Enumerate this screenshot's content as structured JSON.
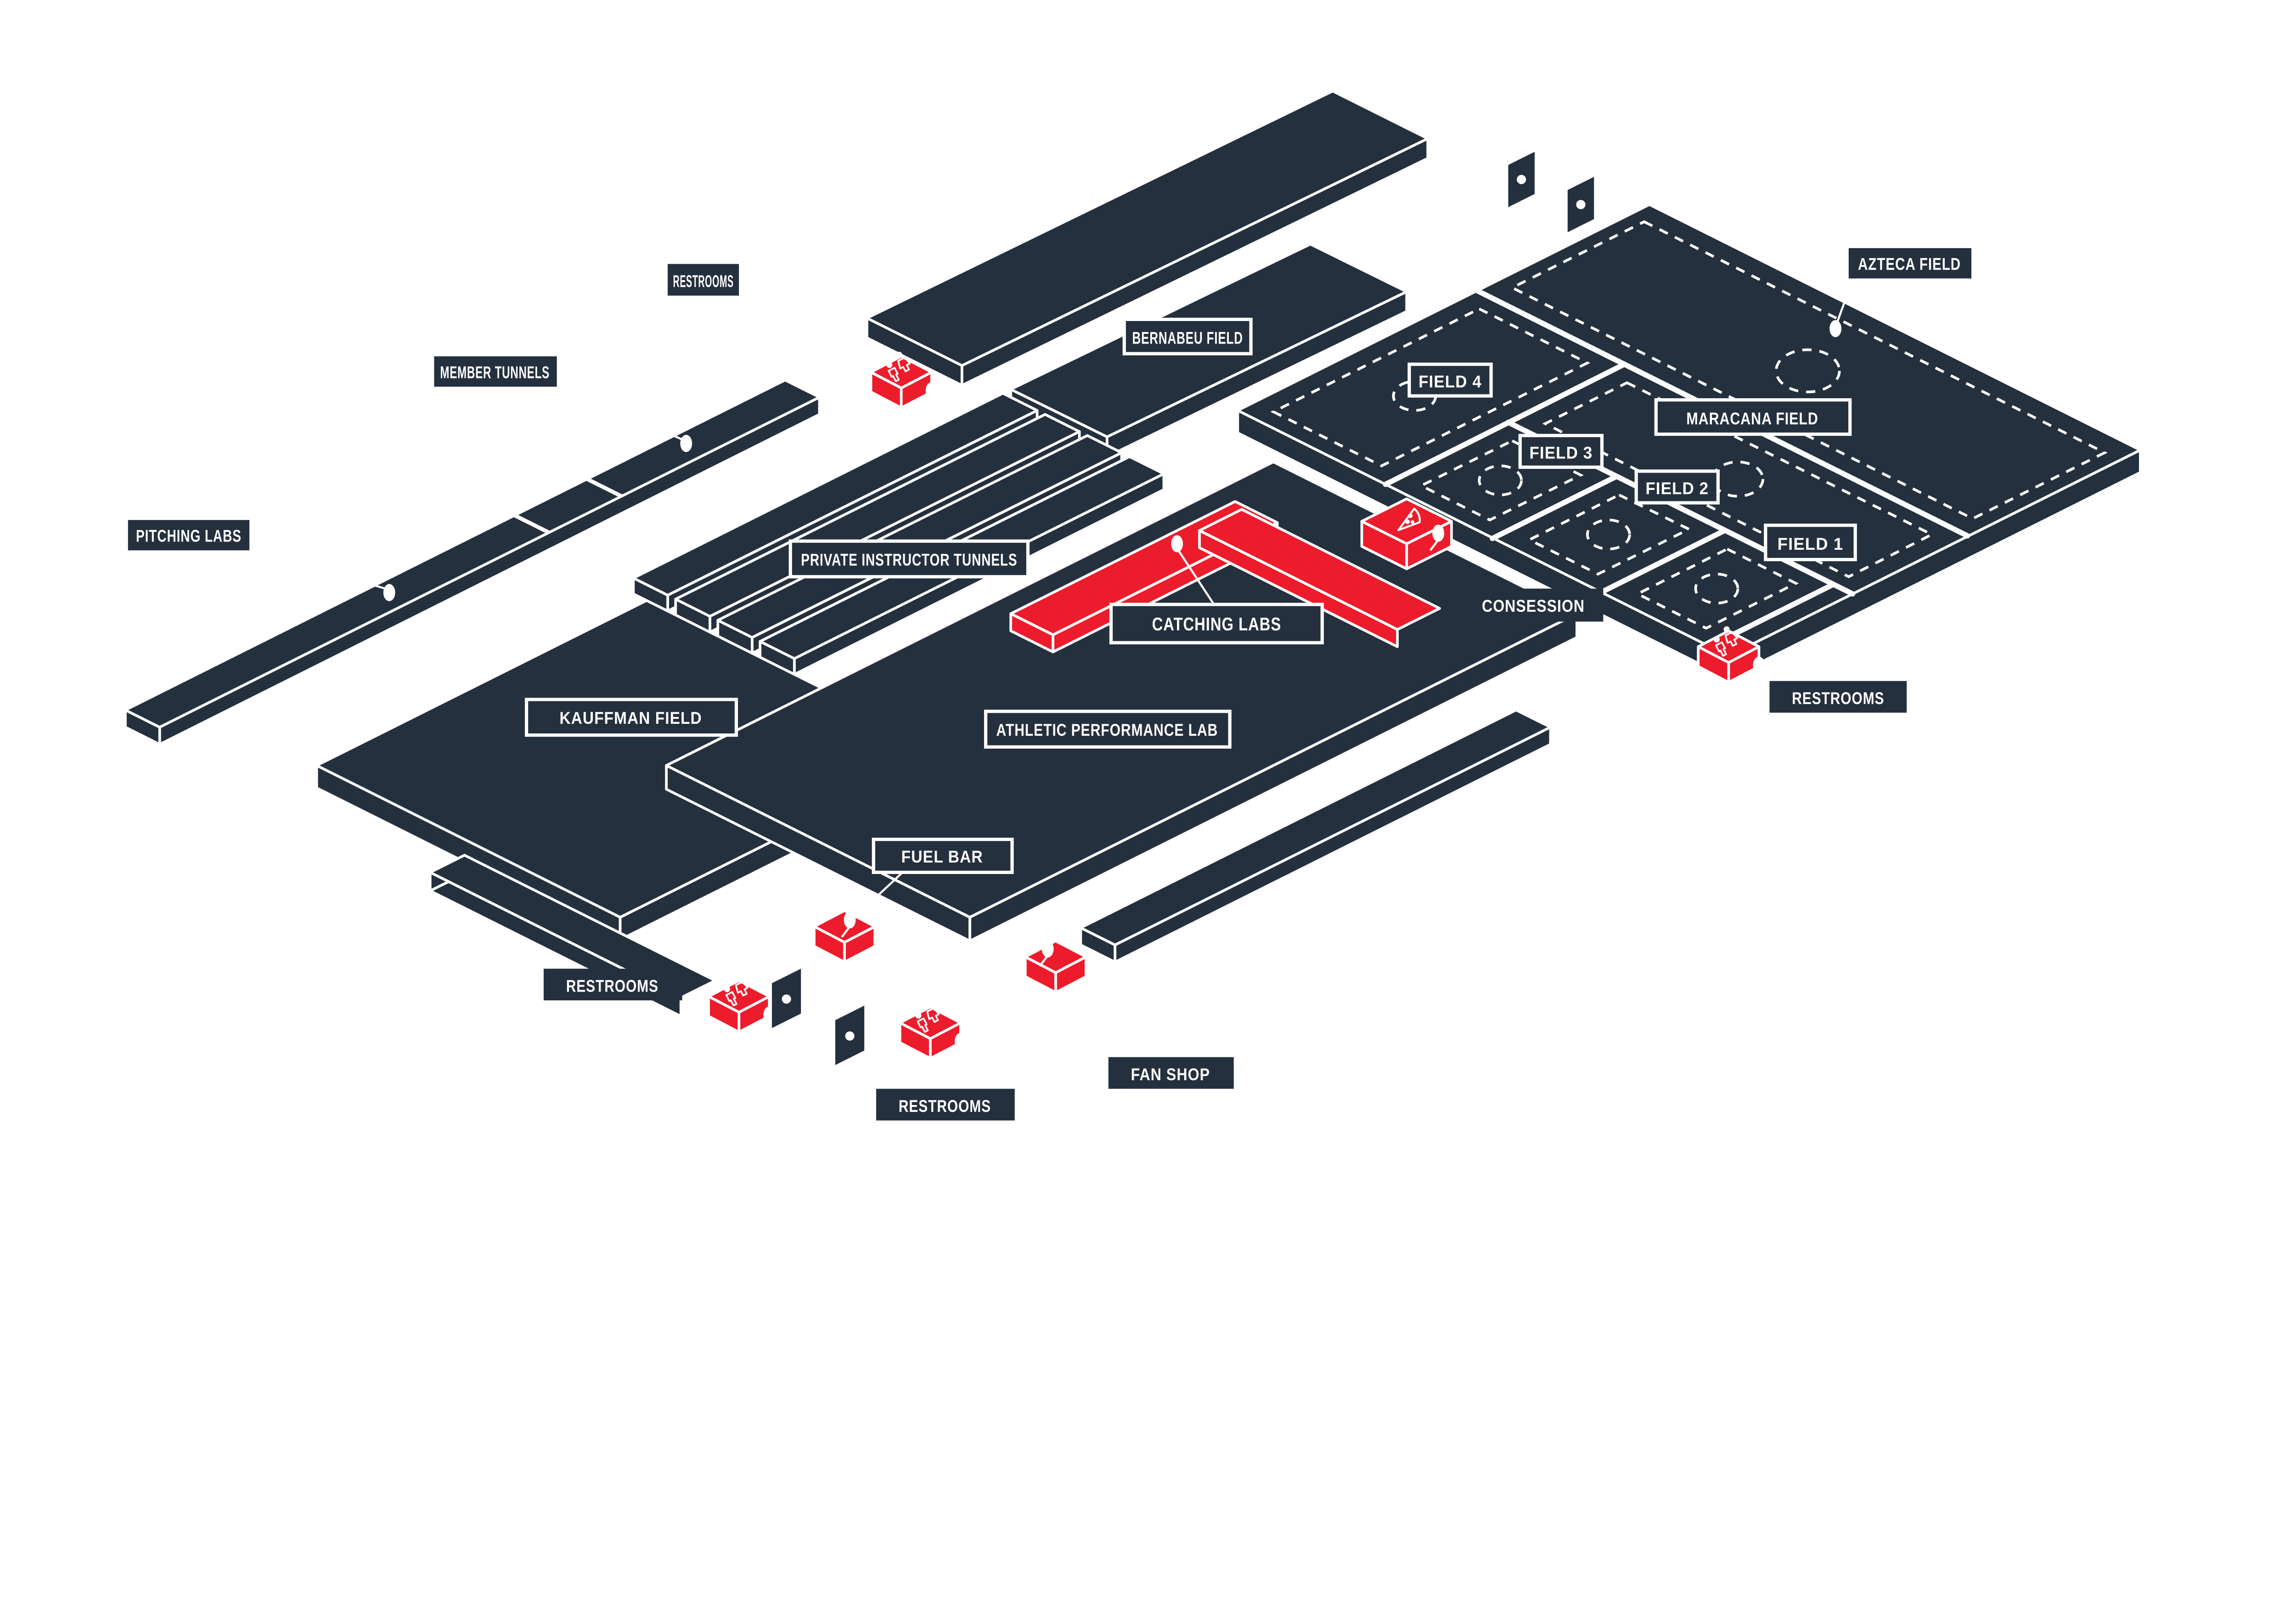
{
  "map_title": "Sports facility isometric map",
  "colors": {
    "navy": "#25303E",
    "red": "#EC1C2C",
    "background": "#FFFFFF",
    "label_text": "#FFFFFF"
  },
  "labels": {
    "restrooms_nw": "RESTROOMS",
    "member_tunnels": "MEMBER TUNNELS",
    "pitching_labs": "PITCHING LABS",
    "bernabeu_field": "BERNABEU FIELD",
    "azteca_field": "AZTECA FIELD",
    "maracana_field": "MARACANA FIELD",
    "field_4": "FIELD 4",
    "field_3": "FIELD 3",
    "field_2": "FIELD 2",
    "field_1": "FIELD 1",
    "private_instructor_tunnels": "PRIVATE INSTRUCTOR TUNNELS",
    "catching_labs": "CATCHING LABS",
    "consession": "CONSESSION",
    "kauffman_field": "KAUFFMAN FIELD",
    "athletic_performance_lab": "ATHLETIC PERFORMANCE LAB",
    "fuel_bar": "FUEL BAR",
    "restrooms_sw": "RESTROOMS",
    "restrooms_s": "RESTROOMS",
    "restrooms_e": "RESTROOMS",
    "fan_shop": "FAN SHOP"
  },
  "icons": {
    "restroom": "male-and-female-figures",
    "concession": "pizza-slice",
    "pin": "white-oval-location-pin",
    "door": "entrance-panel-with-dot"
  }
}
